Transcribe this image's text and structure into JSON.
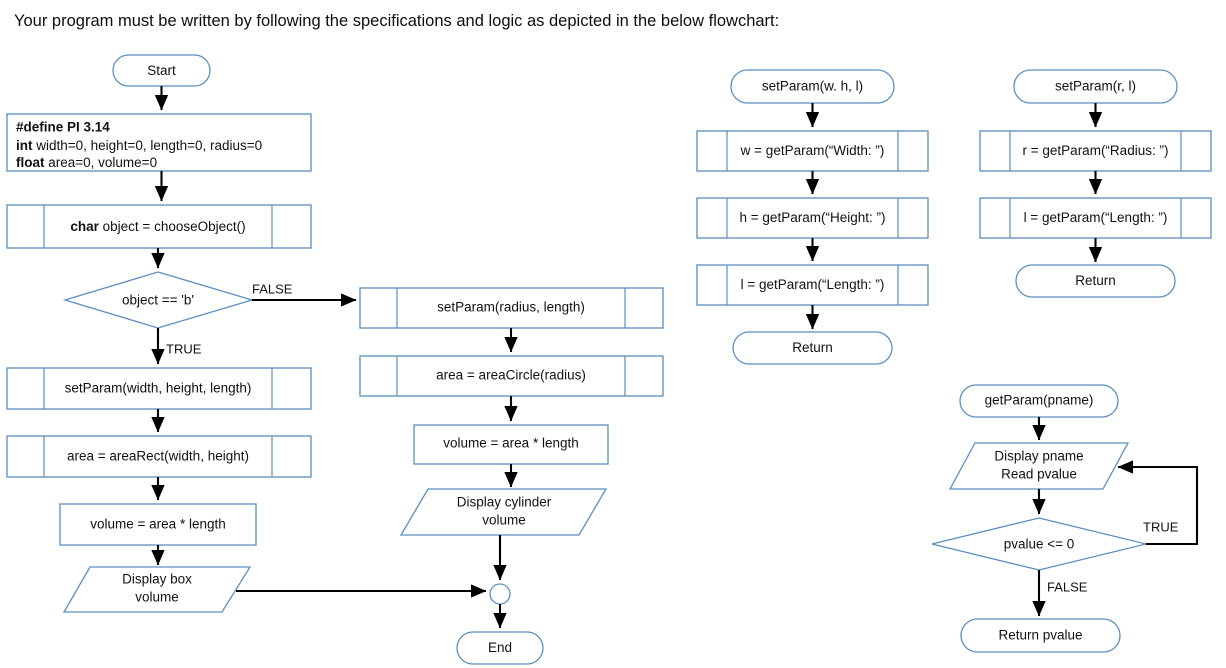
{
  "intro": {
    "text": "Your program must be written by following the specifications and logic as depicted in the below flowchart:"
  },
  "colors": {
    "shape_stroke": "#5b8fc0",
    "connector": "#000000",
    "shape_fill": "#ffffff",
    "text": "#111111"
  },
  "main_flow": {
    "start": "Start",
    "declaration": {
      "line1_bold": "#define PI 3.14",
      "line2_bold": "int",
      "line2_rest": " width=0, height=0, length=0, radius=0",
      "line3_bold": "float",
      "line3_rest": " area=0, volume=0"
    },
    "choose_object_bold": "char",
    "choose_object_rest": " object = chooseObject()",
    "decision": "object == 'b'",
    "decision_true": "TRUE",
    "decision_false": "FALSE",
    "box_branch": {
      "set_param": "setParam(width, height, length)",
      "area": "area = areaRect(width, height)",
      "volume": "volume = area * length",
      "display_line1": "Display box",
      "display_line2": "volume"
    },
    "cylinder_branch": {
      "set_param": "setParam(radius, length)",
      "area": "area = areaCircle(radius)",
      "volume": "volume = area * length",
      "display_line1": "Display cylinder",
      "display_line2": "volume"
    },
    "end": "End"
  },
  "set_param_whl": {
    "title": "setParam(w. h, l)",
    "steps": [
      "w = getParam(“Width: ”)",
      "h = getParam(“Height: ”)",
      "l = getParam(“Length: ”)"
    ],
    "return": "Return"
  },
  "set_param_rl": {
    "title": "setParam(r, l)",
    "steps": [
      "r = getParam(“Radius: ”)",
      "l = getParam(“Length: ”)"
    ],
    "return": "Return"
  },
  "get_param": {
    "title": "getParam(pname)",
    "io_line1": "Display pname",
    "io_line2": "Read pvalue",
    "decision": "pvalue <= 0",
    "decision_true": "TRUE",
    "decision_false": "FALSE",
    "return": "Return pvalue"
  }
}
